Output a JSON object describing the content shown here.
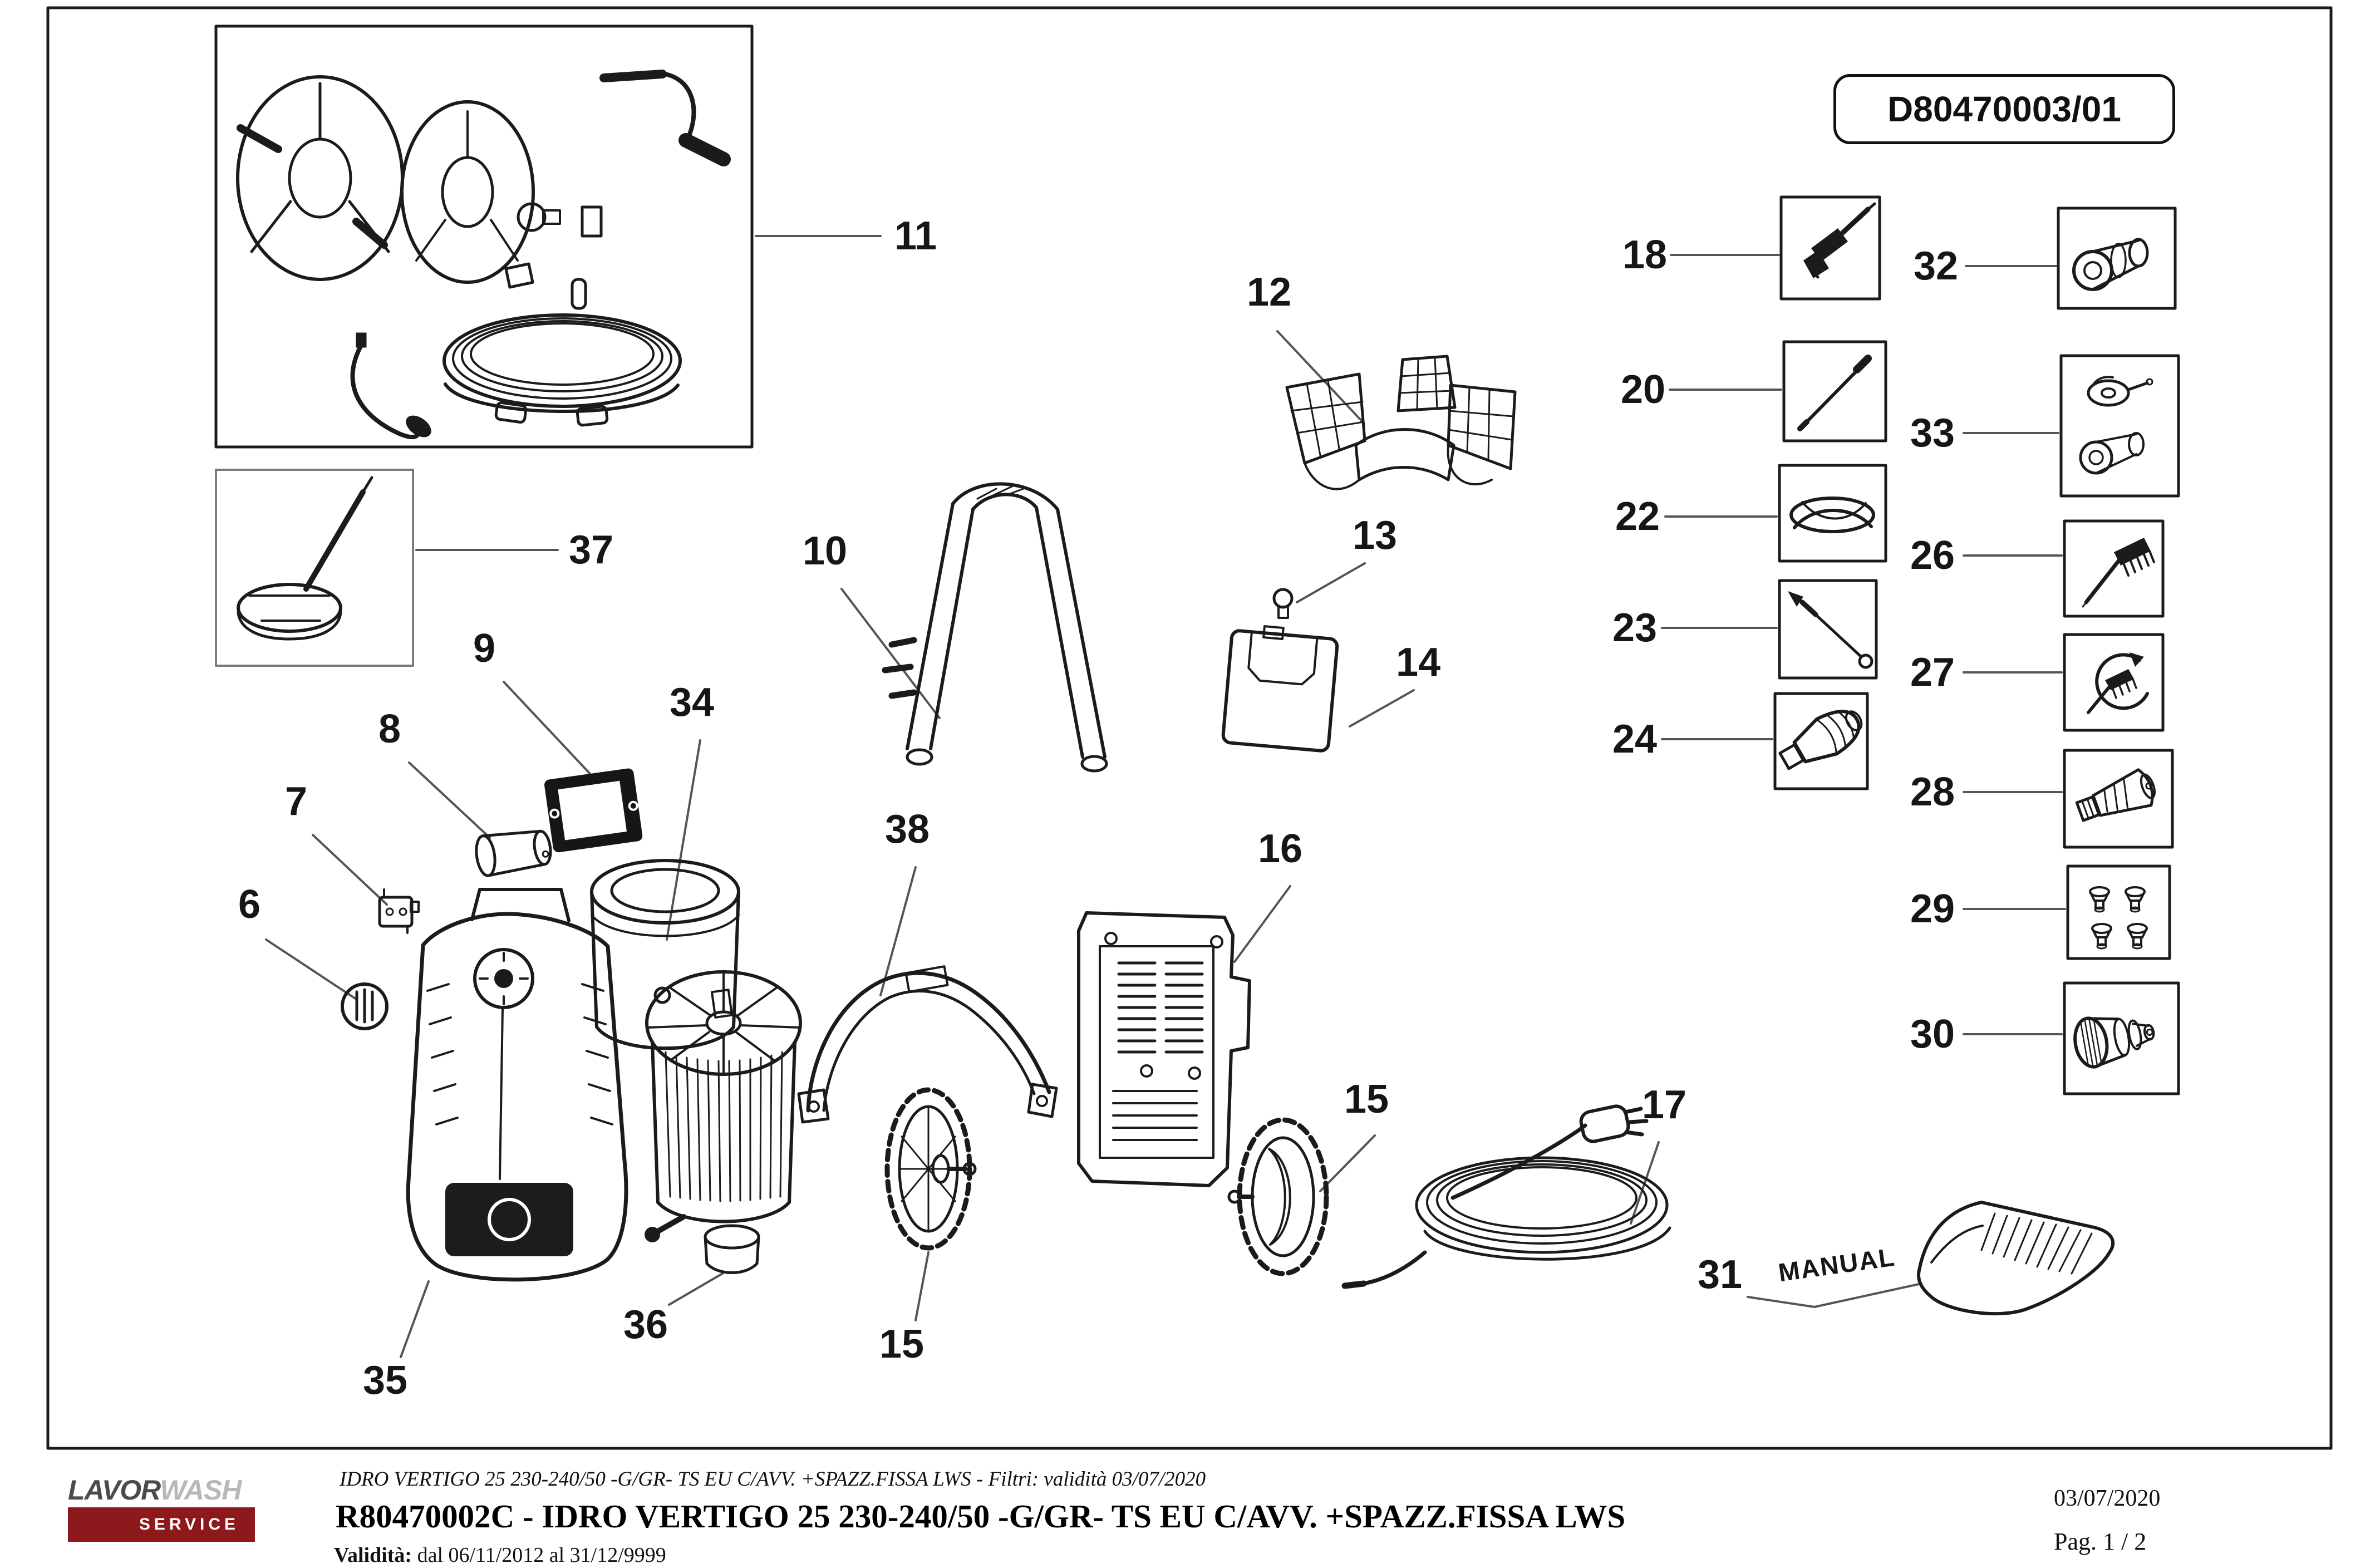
{
  "doc": {
    "drawing_number": "D80470003/01",
    "annotations": {
      "manual": "MANUAL"
    },
    "footer": {
      "line1": "IDRO VERTIGO 25 230-240/50 -G/GR- TS EU C/AVV. +SPAZZ.FISSA LWS - Filtri: validità 03/07/2020",
      "line2": "R80470002C - IDRO VERTIGO 25 230-240/50 -G/GR- TS EU C/AVV. +SPAZZ.FISSA LWS",
      "line3_label": "Validità:",
      "line3_rest": " dal 06/11/2012 al 31/12/9999",
      "date": "03/07/2020",
      "page": "Pag. 1 / 2"
    },
    "logo": {
      "part1": "LAVOR",
      "part2": "WASH",
      "sub": "SERVICE"
    },
    "colors": {
      "ink": "#1b1b1b",
      "leader": "#555555",
      "logo_dark": "#4a4b4e",
      "logo_light": "#b7b8ba",
      "logo_red": "#8e191c"
    }
  },
  "callouts": {
    "n6": "6",
    "n7": "7",
    "n8": "8",
    "n9": "9",
    "n10": "10",
    "n11": "11",
    "n12": "12",
    "n13": "13",
    "n14": "14",
    "n15a": "15",
    "n15b": "15",
    "n16": "16",
    "n17": "17",
    "n18": "18",
    "n20": "20",
    "n22": "22",
    "n23": "23",
    "n24": "24",
    "n26": "26",
    "n27": "27",
    "n28": "28",
    "n29": "29",
    "n30": "30",
    "n31": "31",
    "n32": "32",
    "n33": "33",
    "n34": "34",
    "n35": "35",
    "n36": "36",
    "n37": "37",
    "n38": "38"
  }
}
